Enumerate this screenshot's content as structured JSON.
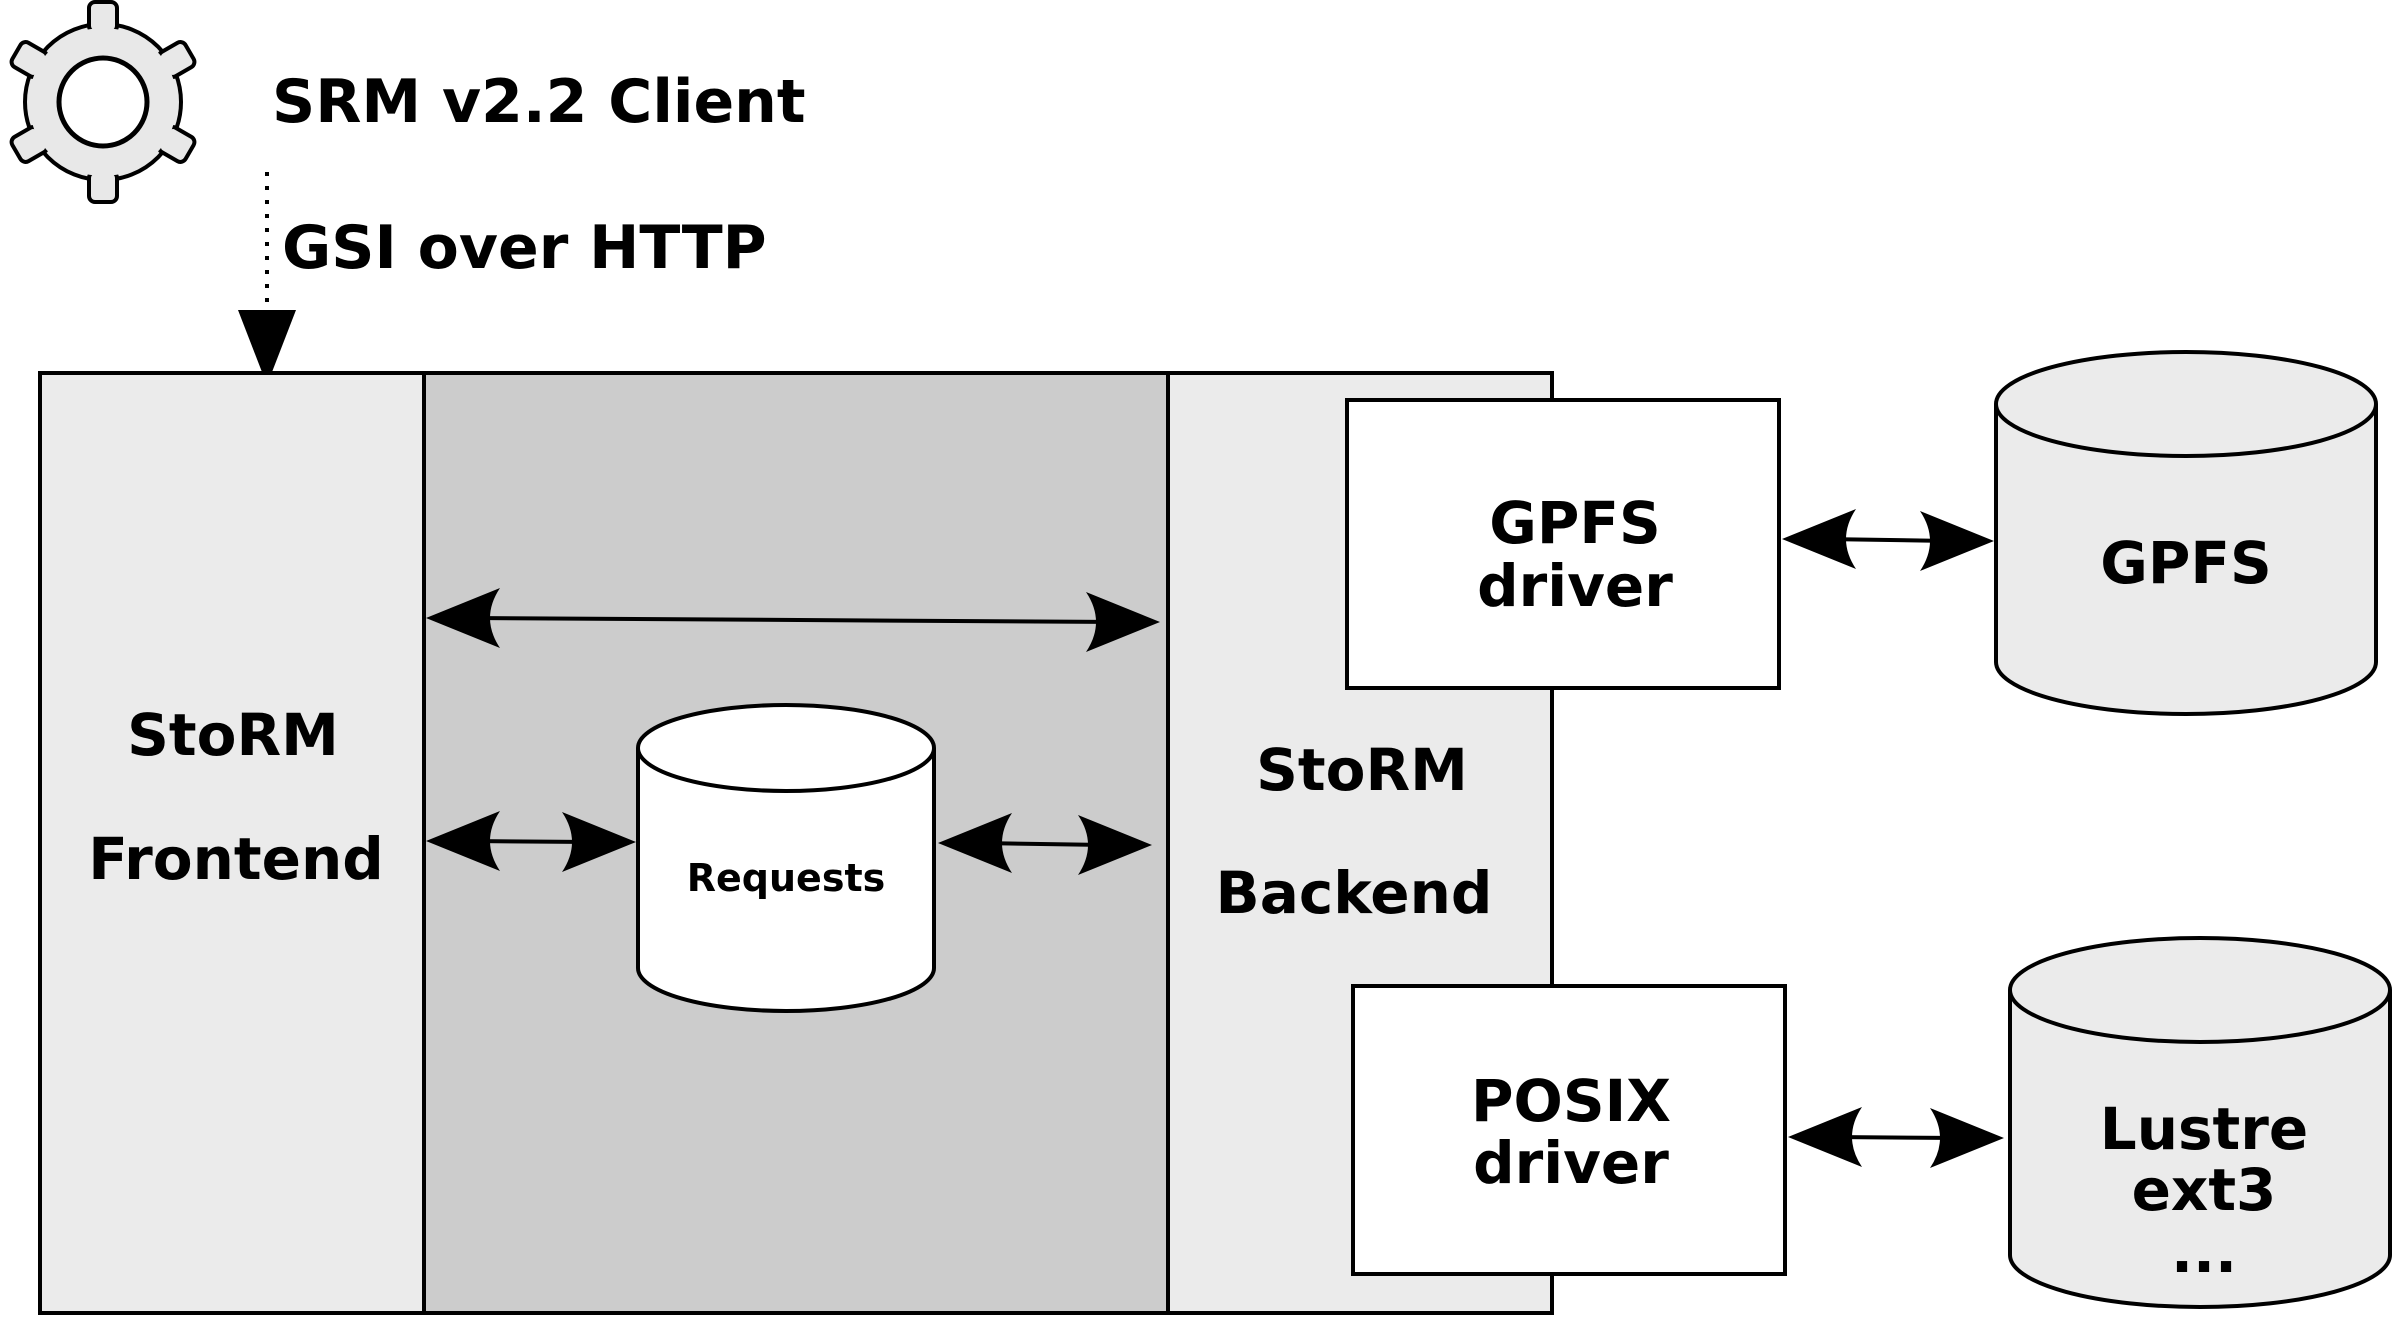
{
  "client": {
    "title": "SRM v2.2 Client",
    "icon": "gear-icon"
  },
  "protocol": {
    "label": "GSI over HTTP"
  },
  "frontend": {
    "line1": "StoRM",
    "line2": "Frontend"
  },
  "database": {
    "label": "Requests"
  },
  "backend": {
    "line1": "StoRM",
    "line2": "Backend"
  },
  "gpfs_driver": {
    "line1": "GPFS",
    "line2": "driver"
  },
  "posix_driver": {
    "line1": "POSIX",
    "line2": "driver"
  },
  "gpfs_storage": {
    "label": "GPFS"
  },
  "other_storage": {
    "line1": "Lustre",
    "line2": "ext3",
    "line3": "..."
  },
  "colors": {
    "frontend_fill": "#ebebeb",
    "middle_fill": "#cccccc",
    "backend_fill": "#ebebeb",
    "storage_fill": "#ebebeb",
    "driver_fill": "#ffffff",
    "stroke": "#000000"
  }
}
